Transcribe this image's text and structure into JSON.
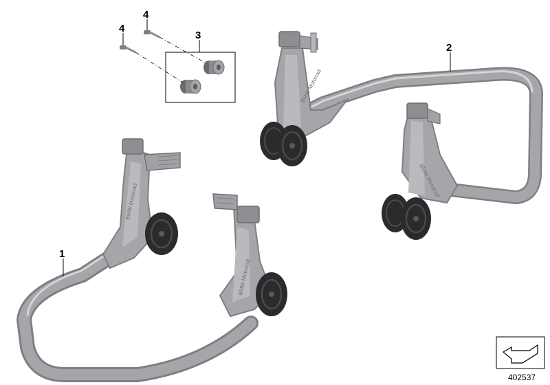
{
  "diagram": {
    "callouts": {
      "part_1": "1",
      "part_2": "2",
      "part_3": "3",
      "part_4a": "4",
      "part_4b": "4"
    },
    "document_number": "402537",
    "stand_brand_text": "BMW Motorrad",
    "colors": {
      "tube": "#a4a6a9",
      "tube_shadow": "#7d7f82",
      "tube_highlight": "#d2d3d5",
      "wheel": "#2b2b2d",
      "wheel_rim": "#4a4a4d"
    }
  }
}
